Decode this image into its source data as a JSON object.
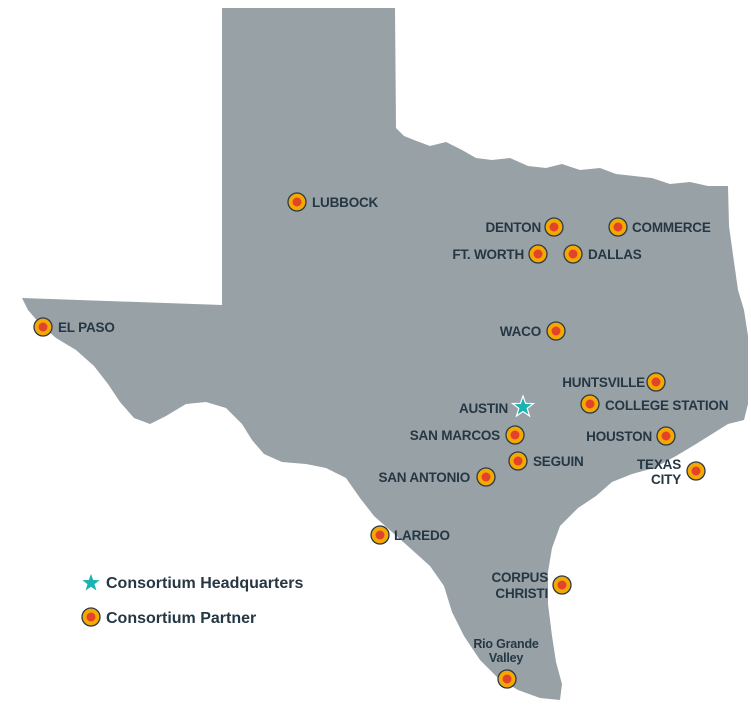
{
  "colors": {
    "state_fill": "#97a1a6",
    "partner_outer": "#f5a800",
    "partner_inner": "#e2442b",
    "headquarters": "#1bb2b4",
    "label_text": "#263744"
  },
  "icons": {
    "headquarters": "star-icon",
    "partner": "orange-dot-icon"
  },
  "headquarters": [
    {
      "label": "AUSTIN"
    }
  ],
  "partners": [
    {
      "label": "LUBBOCK"
    },
    {
      "label": "DENTON"
    },
    {
      "label": "COMMERCE"
    },
    {
      "label": "FT. WORTH"
    },
    {
      "label": "DALLAS"
    },
    {
      "label": "EL PASO"
    },
    {
      "label": "WACO"
    },
    {
      "label": "HUNTSVILLE"
    },
    {
      "label": "COLLEGE STATION"
    },
    {
      "label": "SAN MARCOS"
    },
    {
      "label": "HOUSTON"
    },
    {
      "label": "SEGUIN"
    },
    {
      "label": "SAN ANTONIO"
    },
    {
      "lines": [
        "TEXAS",
        "CITY"
      ]
    },
    {
      "label": "LAREDO"
    },
    {
      "lines": [
        "CORPUS",
        "CHRISTI"
      ]
    },
    {
      "lines": [
        "Rio Grande",
        "Valley"
      ]
    }
  ],
  "legend": {
    "headquarters_label": "Consortium Headquarters",
    "partner_label": "Consortium Partner"
  }
}
